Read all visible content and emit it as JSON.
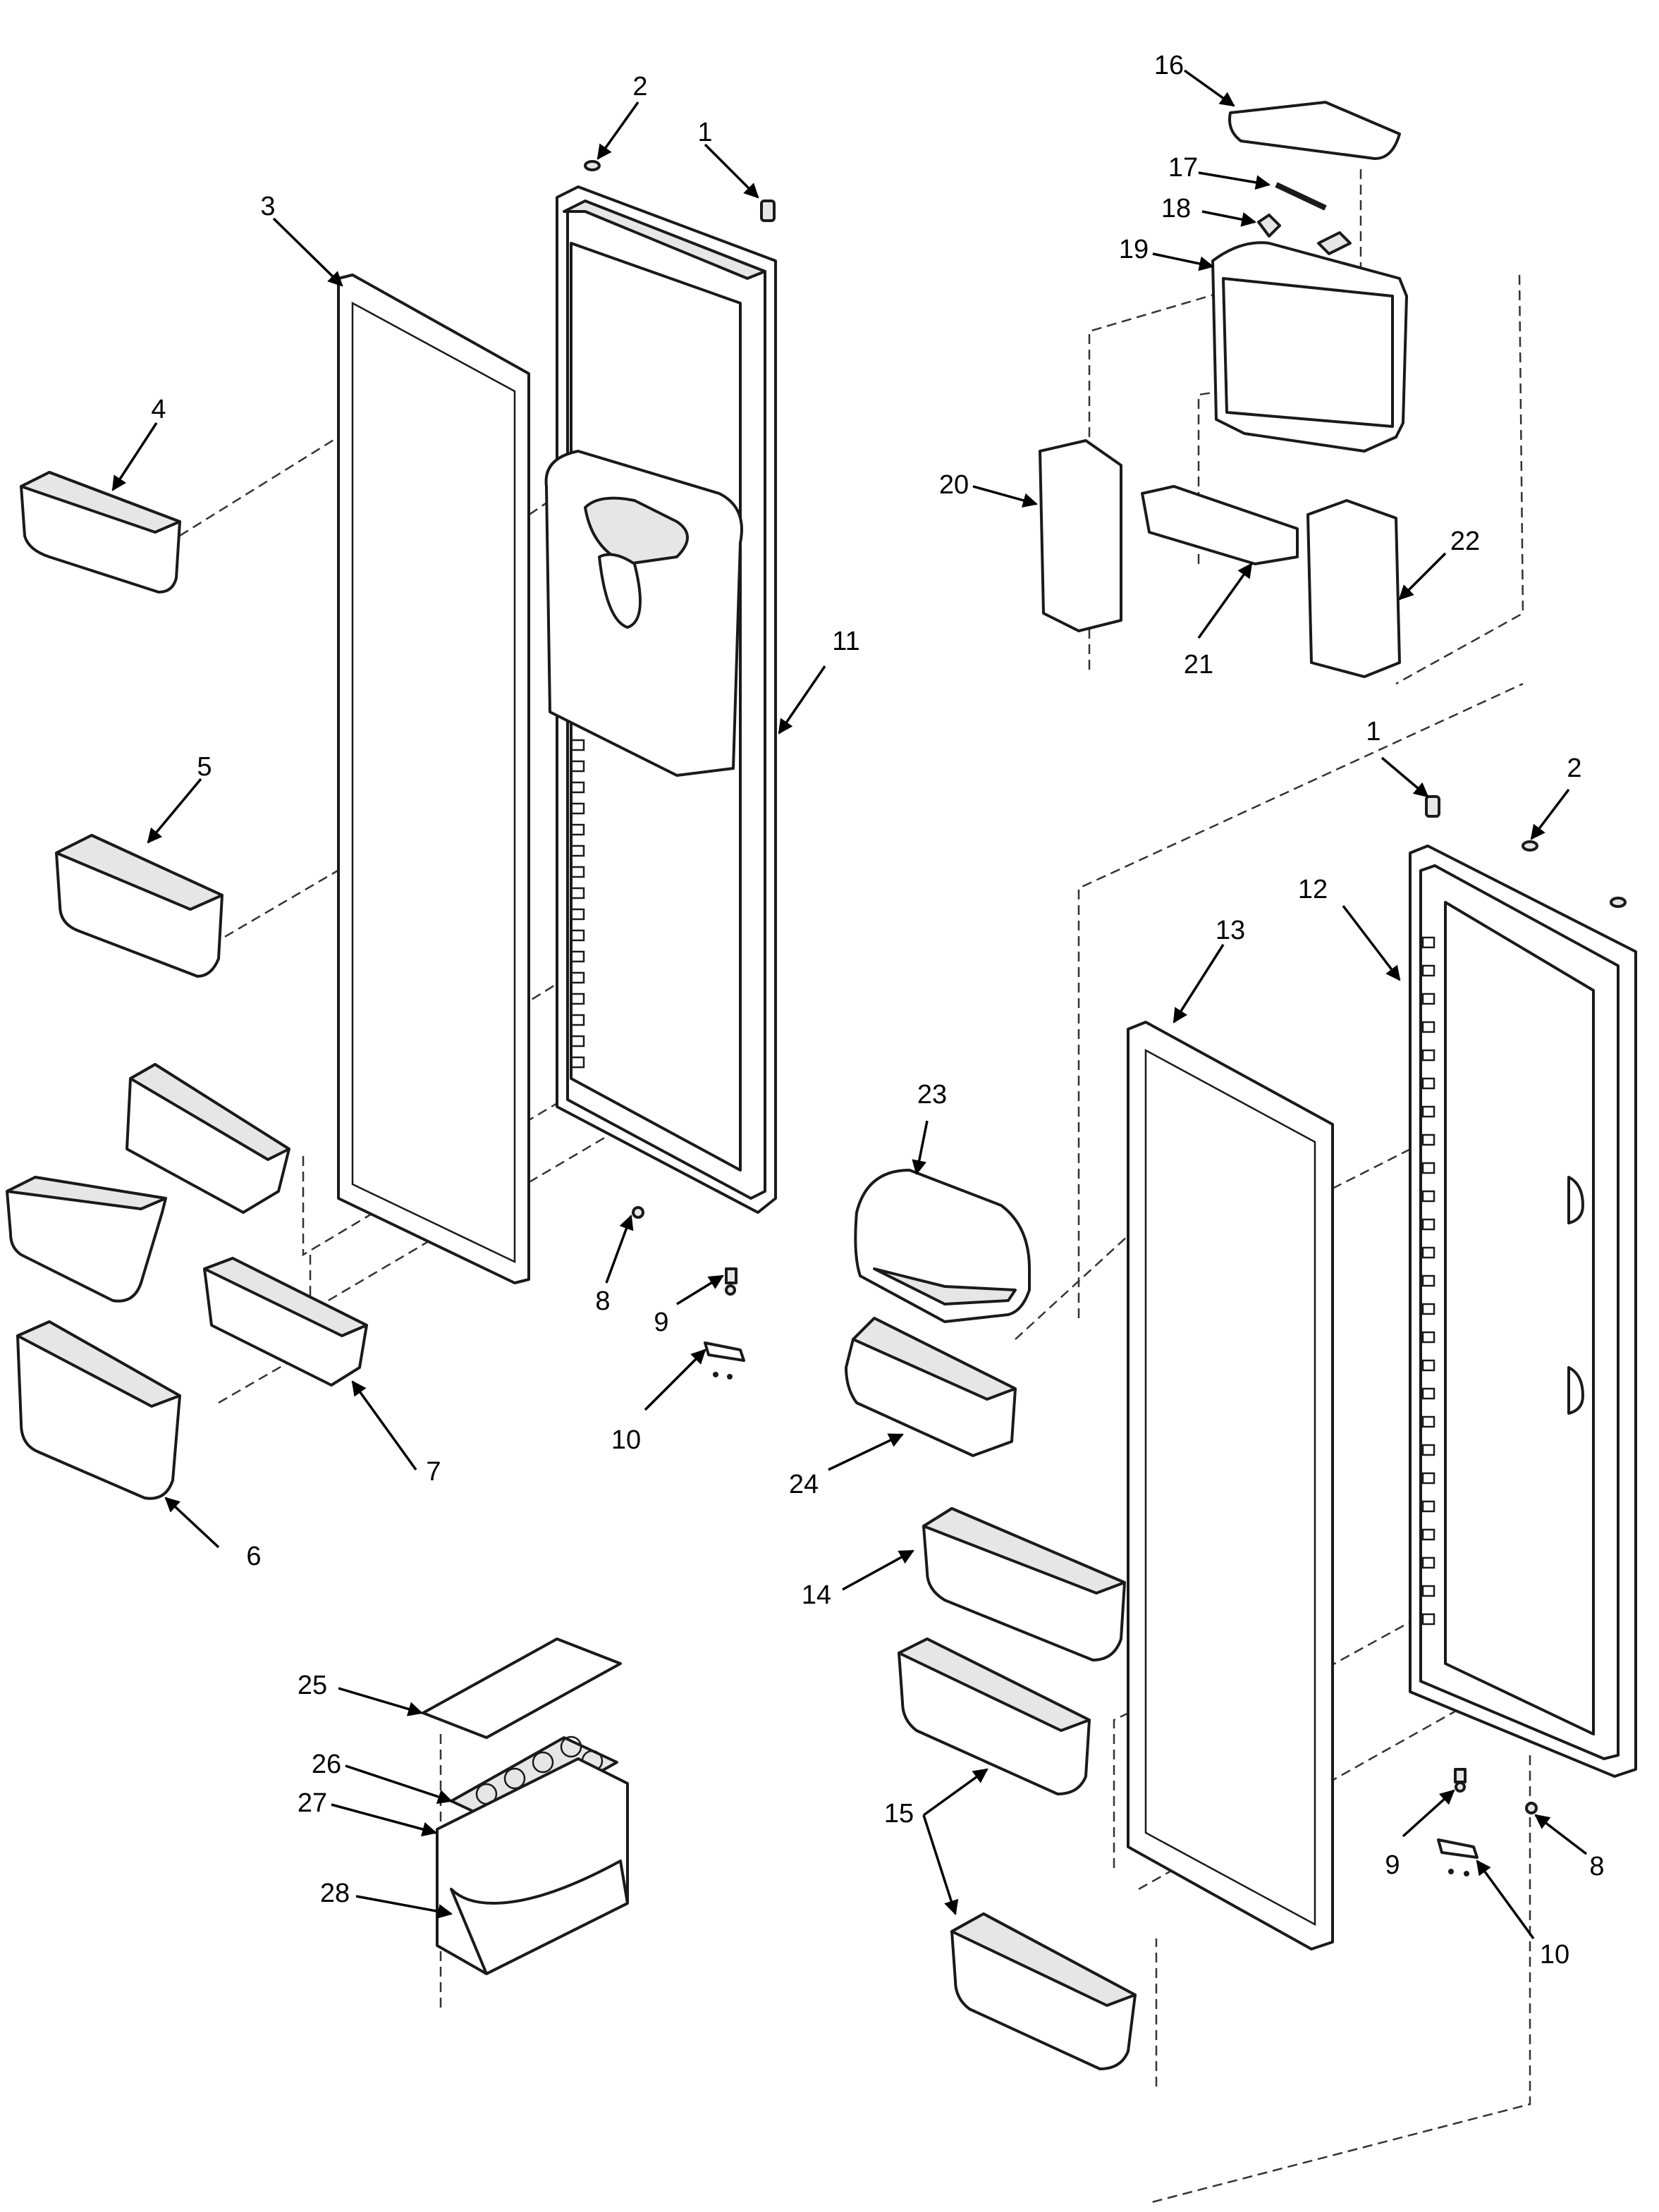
{
  "callouts": {
    "c1": "1",
    "c2": "2",
    "c3": "3",
    "c4": "4",
    "c5": "5",
    "c6": "6",
    "c7": "7",
    "c8": "8",
    "c9": "9",
    "c10": "10",
    "c11": "11",
    "c12": "12",
    "c13": "13",
    "c14": "14",
    "c15": "15",
    "c16": "16",
    "c17": "17",
    "c18": "18",
    "c19": "19",
    "c20": "20",
    "c21": "21",
    "c22": "22",
    "c23": "23",
    "c24": "24",
    "c25": "25",
    "c26": "26",
    "c27": "27",
    "c28": "28"
  },
  "colors": {
    "line": "#1a1a1a",
    "shade": "#e6e6e6",
    "background": "#ffffff"
  }
}
